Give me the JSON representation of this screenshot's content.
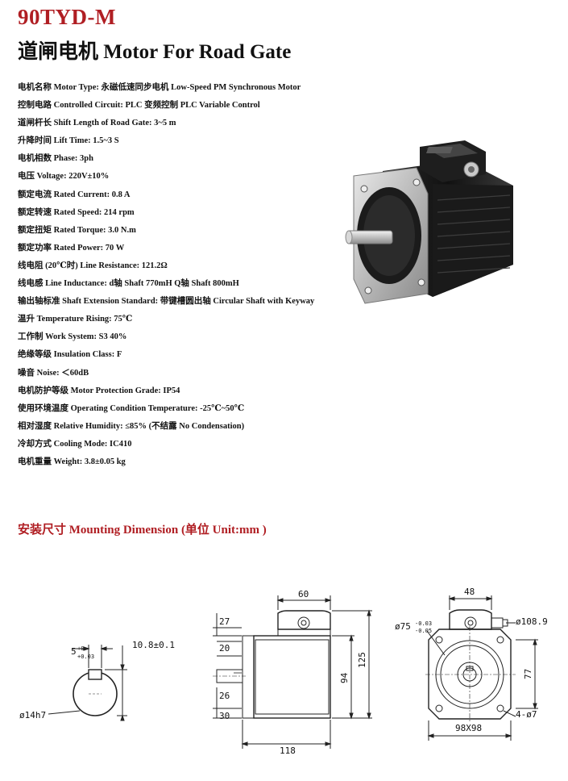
{
  "header": {
    "model": "90TYD-M",
    "title": "道闸电机 Motor For Road Gate"
  },
  "specs": [
    "电机名称 Motor Type: 永磁低速同步电机 Low-Speed PM Synchronous Motor",
    "控制电路 Controlled Circuit: PLC 变频控制  PLC Variable Control",
    "道闸杆长 Shift Length of Road Gate: 3~5 m",
    "升降时间 Lift Time: 1.5~3 S",
    "电机相数 Phase: 3ph",
    "电压 Voltage: 220V±10%",
    "额定电流 Rated Current: 0.8 A",
    "额定转速 Rated Speed: 214 rpm",
    "额定扭矩 Rated Torque: 3.0 N.m",
    "额定功率 Rated Power: 70 W",
    "线电阻 (20℃时) Line Resistance: 121.2Ω",
    "线电感 Line Inductance: d轴 Shaft 770mH   Q轴 Shaft 800mH",
    "输出轴标准 Shaft Extension Standard: 带键槽圆出轴 Circular Shaft with Keyway",
    "温升 Temperature Rising: 75℃",
    "工作制 Work System: S3  40%",
    "绝缘等级 Insulation Class: F",
    "噪音 Noise: ＜60dB",
    "电机防护等级 Motor Protection Grade: IP54",
    "使用环境温度 Operating Condition Temperature: -25℃~50℃",
    "相对湿度 Relative Humidity: ≤85% (不结露 No Condensation)",
    "冷却方式 Cooling Mode: IC410",
    "电机重量 Weight: 3.8±0.05 kg"
  ],
  "section": {
    "mounting_title": "安装尺寸 Mounting Dimension (单位 Unit:mm )"
  },
  "dimensions": {
    "shaft": {
      "key_width": "5",
      "key_tol_upper": "+0",
      "key_tol_lower": "+0.03",
      "key_depth": "10.8±0.1",
      "diameter": "ø14h7"
    },
    "side": {
      "top_width": "60",
      "d27": "27",
      "d20": "20",
      "d26": "26",
      "d30": "30",
      "h94": "94",
      "h125": "125",
      "length": "118"
    },
    "front": {
      "top_width": "48",
      "pilot": "ø75",
      "pilot_tol_upper": "-0.03",
      "pilot_tol_lower": "-0.05",
      "bolt_circle": "ø108.9",
      "h77": "77",
      "holes": "4-ø7",
      "square": "98X98"
    }
  },
  "colors": {
    "accent_red": "#b01e23",
    "text": "#111111"
  }
}
